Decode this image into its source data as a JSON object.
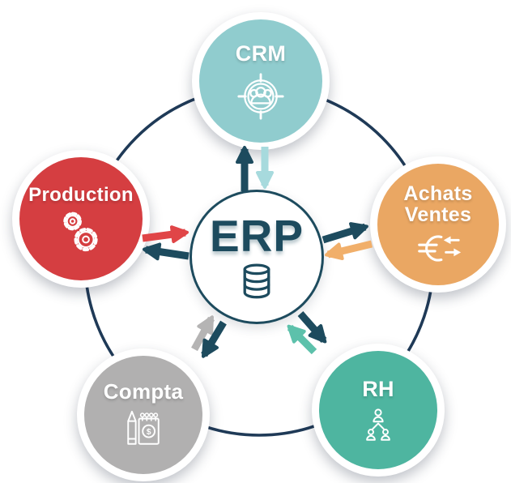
{
  "colors": {
    "background": "#ffffff",
    "ring_navy": "#1f3a57",
    "dark": "#1d4b5e",
    "icon_white": "#ffffff"
  },
  "center": {
    "label": "ERP",
    "icon": "database-icon"
  },
  "nodes": {
    "crm": {
      "label": "CRM",
      "color": "#90ccce",
      "arrow_color": "#a7dadd",
      "icon": "target-customers-icon"
    },
    "achats": {
      "label": "Achats Ventes",
      "label_lines": [
        "Achats",
        "Ventes"
      ],
      "color": "#eaa763",
      "arrow_color": "#f1af6a",
      "icon": "euro-exchange-icon"
    },
    "rh": {
      "label": "RH",
      "color": "#4eb5a0",
      "arrow_color": "#5dc1ab",
      "icon": "org-chart-icon"
    },
    "compta": {
      "label": "Compta",
      "color": "#b1b0b0",
      "arrow_color": "#b5b4b4",
      "icon": "notepad-pencil-icon",
      "dollar": "$"
    },
    "production": {
      "label": "Production",
      "color": "#d53e41",
      "arrow_color": "#e04547",
      "icon": "gears-icon"
    }
  },
  "connections": [
    {
      "between": [
        "ERP",
        "CRM"
      ],
      "type": "bidirectional"
    },
    {
      "between": [
        "ERP",
        "Achats Ventes"
      ],
      "type": "bidirectional"
    },
    {
      "between": [
        "ERP",
        "RH"
      ],
      "type": "bidirectional"
    },
    {
      "between": [
        "ERP",
        "Compta"
      ],
      "type": "bidirectional"
    },
    {
      "between": [
        "ERP",
        "Production"
      ],
      "type": "bidirectional"
    }
  ]
}
